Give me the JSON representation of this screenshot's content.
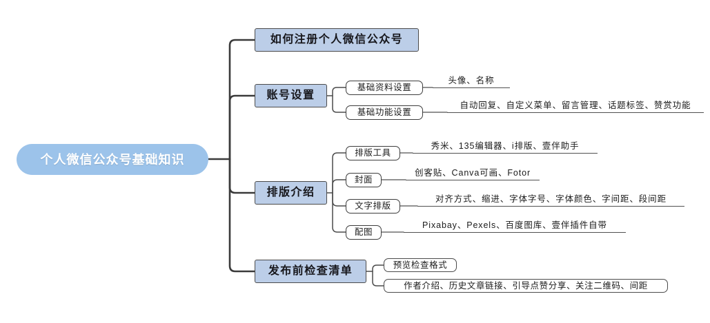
{
  "diagram": {
    "title": "个人微信公众号基础知识",
    "type": "mindmap",
    "colors": {
      "root_fill": "#9CC3EA",
      "root_text": "#FFFFFF",
      "level2_fill": "#BCCEE8",
      "level2_border": "#4A4A4A",
      "level3_fill": "#FFFFFF",
      "level3_border": "#3C3C3C",
      "edge": "#3A3A3A",
      "background": "#FFFFFF"
    }
  },
  "root": {
    "label": "个人微信公众号基础知识"
  },
  "branches": [
    {
      "label": "如何注册个人微信公众号",
      "children": []
    },
    {
      "label": "账号设置",
      "children": [
        {
          "label": "基础资料设置",
          "detail": "头像、名称"
        },
        {
          "label": "基础功能设置",
          "detail": "自动回复、自定义菜单、留言管理、话题标签、赞赏功能"
        }
      ]
    },
    {
      "label": "排版介绍",
      "children": [
        {
          "label": "排版工具",
          "detail": "秀米、135编辑器、i排版、壹伴助手"
        },
        {
          "label": "封面",
          "detail": "创客贴、Canva可画、Fotor"
        },
        {
          "label": "文字排版",
          "detail": "对齐方式、缩进、字体字号、字体颜色、字间距、段间距"
        },
        {
          "label": "配图",
          "detail": "Pixabay、Pexels、百度图库、壹伴插件自带"
        }
      ]
    },
    {
      "label": "发布前检查清单",
      "children": [
        {
          "label": "预览检查格式",
          "detail": ""
        },
        {
          "label": "作者介绍、历史文章链接、引导点赞分享、关注二维码、间距",
          "detail": ""
        }
      ]
    }
  ]
}
